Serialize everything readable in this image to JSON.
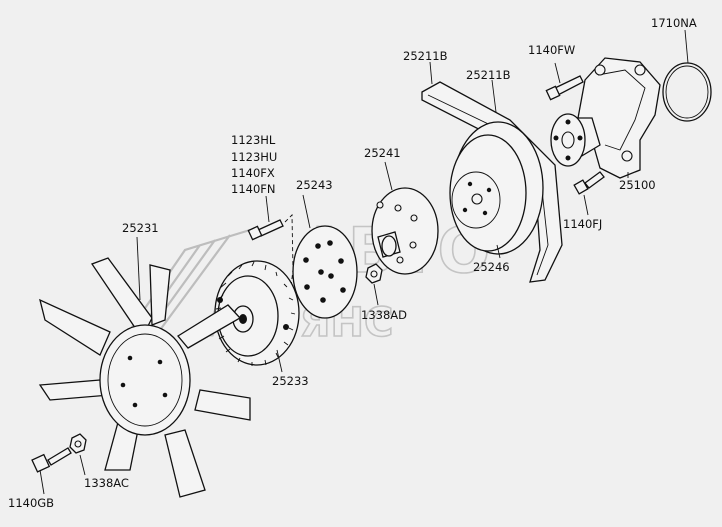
{
  "watermark": {
    "line1": "АВТО",
    "line2": "АЛЬЯНС"
  },
  "labels": {
    "p1710NA": "1710NA",
    "p1140FW": "1140FW",
    "p25211B_a": "25211B",
    "p25211B_b": "25211B",
    "p25100": "25100",
    "p1140FJ": "1140FJ",
    "p25246": "25246",
    "p25241": "25241",
    "p1338AD": "1338AD",
    "p25243": "25243",
    "p1123HL": "1123HL",
    "p1123HU": "1123HU",
    "p1140FX": "1140FX",
    "p1140FN": "1140FN",
    "p25231": "25231",
    "p25233": "25233",
    "p1338AC": "1338AC",
    "p1140GB": "1140GB"
  }
}
